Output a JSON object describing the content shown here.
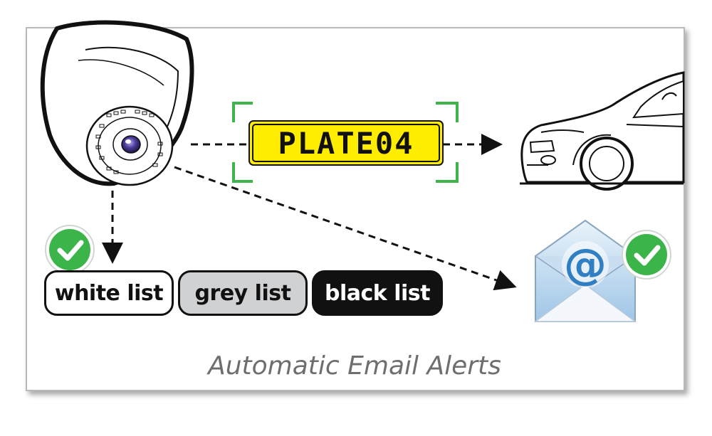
{
  "plate": {
    "text": "PLATE04"
  },
  "lists": {
    "white": "white list",
    "grey": "grey list",
    "black": "black list"
  },
  "caption": "Automatic Email Alerts",
  "email": {
    "symbol": "@"
  },
  "colors": {
    "plate_yellow": "#ffed00",
    "focus_green": "#3db54a",
    "check_green": "#3bb54a",
    "grey_list": "#d0d1d3",
    "black_list": "#111111",
    "caption": "#6d6e70",
    "envelope_blue": "#2f7fc2"
  },
  "icons": [
    "dome-camera-icon",
    "car-icon",
    "email-envelope-icon",
    "check-circle-icon"
  ]
}
